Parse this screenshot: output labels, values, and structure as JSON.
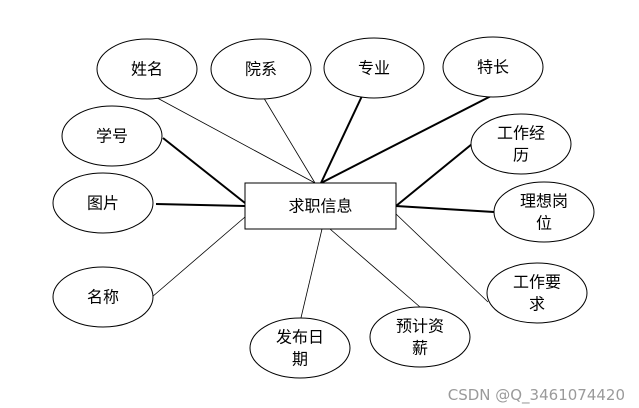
{
  "entity": {
    "label": "求职信息"
  },
  "attributes": [
    {
      "id": "name",
      "lines": [
        "姓名"
      ]
    },
    {
      "id": "department",
      "lines": [
        "院系"
      ]
    },
    {
      "id": "major",
      "lines": [
        "专业"
      ]
    },
    {
      "id": "specialty",
      "lines": [
        "特长"
      ]
    },
    {
      "id": "student-id",
      "lines": [
        "学号"
      ]
    },
    {
      "id": "work-experience",
      "lines": [
        "工作经",
        "历"
      ]
    },
    {
      "id": "picture",
      "lines": [
        "图片"
      ]
    },
    {
      "id": "ideal-position",
      "lines": [
        "理想岗",
        "位"
      ]
    },
    {
      "id": "title",
      "lines": [
        "名称"
      ]
    },
    {
      "id": "job-requirements",
      "lines": [
        "工作要",
        "求"
      ]
    },
    {
      "id": "publish-date",
      "lines": [
        "发布日",
        "期"
      ]
    },
    {
      "id": "expected-salary",
      "lines": [
        "预计资",
        "薪"
      ]
    }
  ],
  "watermark": "CSDN @Q_3461074420"
}
